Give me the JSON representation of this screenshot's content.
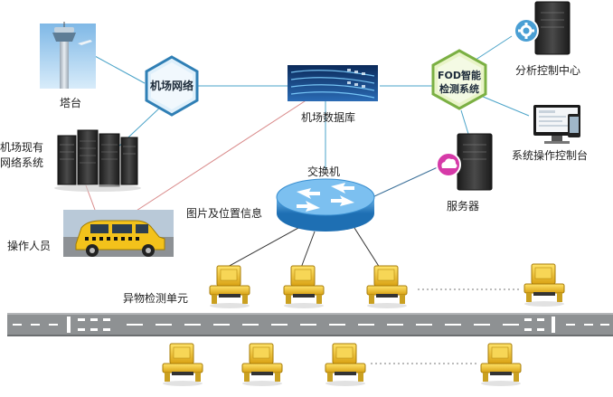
{
  "labels": {
    "tower": "塔台",
    "airport_network": "机场网络",
    "existing_network_line1": "机场现有",
    "existing_network_line2": "网络系统",
    "operator": "操作人员",
    "database": "机场数据库",
    "fod_line1": "FOD智能",
    "fod_line2": "检测系统",
    "analysis_center": "分析控制中心",
    "system_console": "系统操作控制台",
    "server": "服务器",
    "switch": "交换机",
    "image_info": "图片及位置信息",
    "fod_unit": "异物检测单元"
  },
  "colors": {
    "link_line": "#4aa3c8",
    "link_line_pink": "#d98a8a",
    "hex_border": "#2f7fb5",
    "hex_fill": "#dff0fb",
    "fod_fill": "#e9f4c8",
    "fod_border": "#7bb043",
    "runway": "#8e9193",
    "unit_yellow": "#f2c12e",
    "switch_blue": "#3a8fd0"
  }
}
